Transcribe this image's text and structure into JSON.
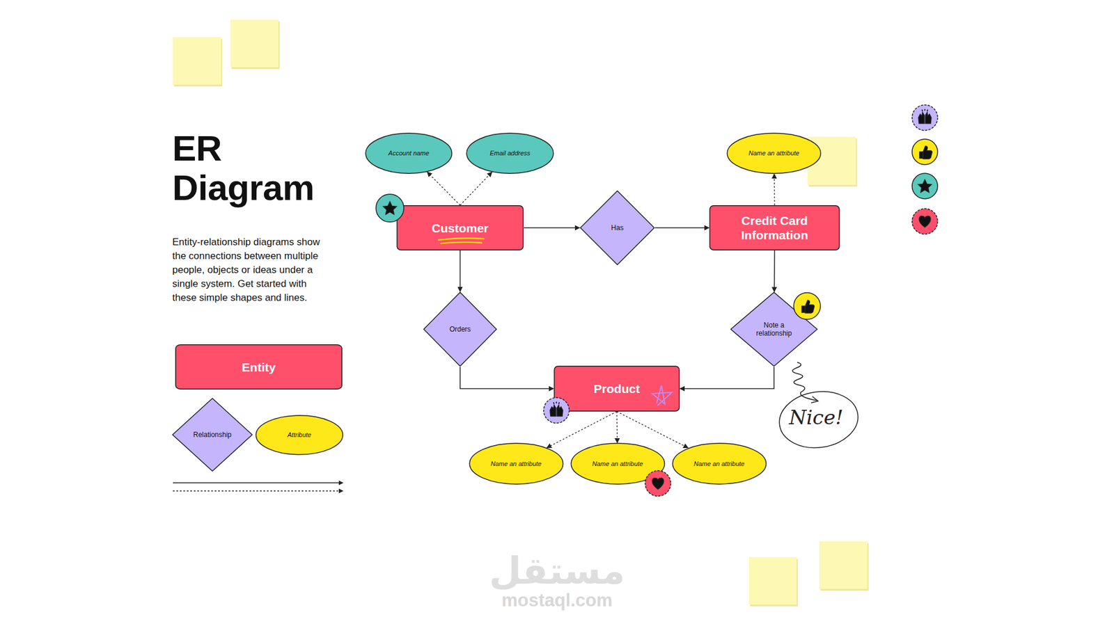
{
  "diagram": {
    "title": "ER Diagram",
    "caption": "Entity-relationship diagrams show the connections between multiple people, objects or ideas under a single system. Get started with these simple shapes and lines.",
    "nodes": [
      {
        "text": [
          "Entity"
        ]
      },
      {
        "text": [
          "Relationship"
        ]
      },
      {
        "text": [
          "Attribute"
        ]
      },
      {
        "text": [
          "Account name"
        ]
      },
      {
        "text": [
          "Email address"
        ]
      },
      {
        "text": [
          "Customer"
        ]
      },
      {
        "text": [
          "Has"
        ]
      },
      {
        "text": [
          "Credit Card Information"
        ]
      },
      {
        "text": [
          "Name an attribute"
        ]
      },
      {
        "text": [
          "Orders"
        ]
      },
      {
        "text": [
          "Note a relationship"
        ]
      },
      {
        "text": [
          "Product"
        ]
      },
      {
        "text": [
          "Name an attribute"
        ]
      },
      {
        "text": [
          "Name an attribute"
        ]
      },
      {
        "text": [
          "Name an attribute"
        ]
      }
    ],
    "edges": [
      {
        "from": 5,
        "to": 3,
        "arrow": "to"
      },
      {
        "from": 5,
        "to": 4,
        "arrow": "to"
      },
      {
        "from": 5,
        "to": 6,
        "arrow": "to"
      },
      {
        "from": 6,
        "to": 7,
        "arrow": "to"
      },
      {
        "from": 7,
        "to": 8,
        "arrow": "to"
      },
      {
        "from": 5,
        "to": 9,
        "arrow": "to"
      },
      {
        "from": 9,
        "to": 11,
        "arrow": "to"
      },
      {
        "from": 7,
        "to": 10,
        "arrow": "to"
      },
      {
        "from": 10,
        "to": 11,
        "arrow": "to"
      },
      {
        "from": 11,
        "to": 12,
        "arrow": "to"
      },
      {
        "from": 11,
        "to": 13,
        "arrow": "to"
      },
      {
        "from": 11,
        "to": 14,
        "arrow": "to"
      }
    ],
    "labels": [
      "Nice!",
      "مستقل",
      "mostaql.com"
    ]
  }
}
